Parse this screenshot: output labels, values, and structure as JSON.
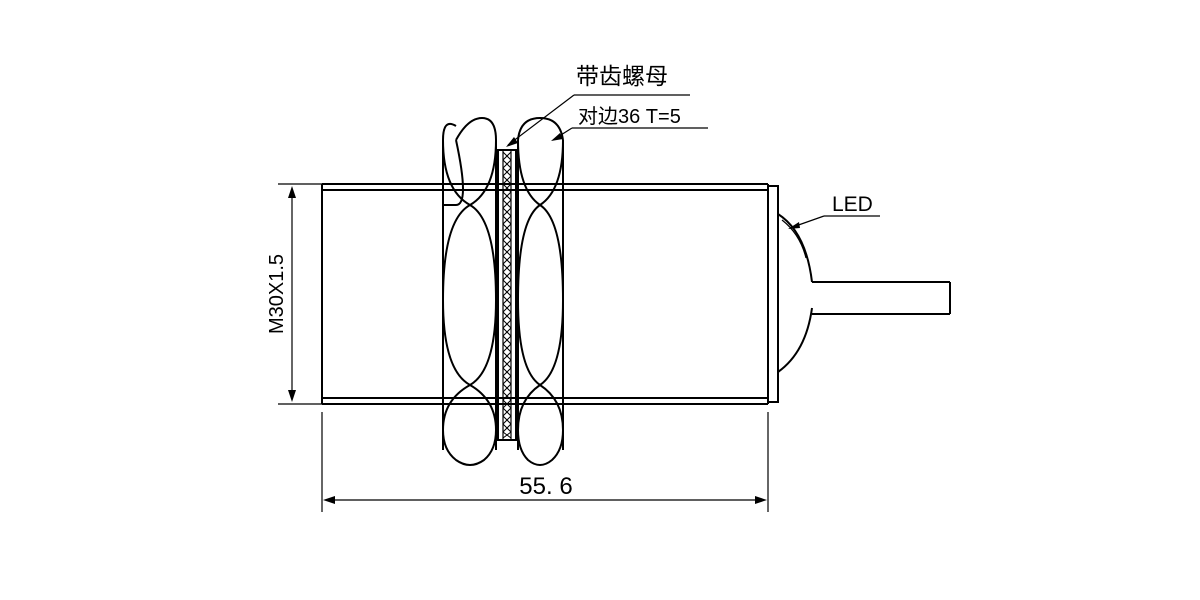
{
  "labels": {
    "nut_title": "带齿螺母",
    "nut_spec": "对边36 T=5",
    "led": "LED",
    "thread": "M30X1.5",
    "length": "55. 6"
  },
  "colors": {
    "stroke": "#000000",
    "background": "#ffffff"
  }
}
